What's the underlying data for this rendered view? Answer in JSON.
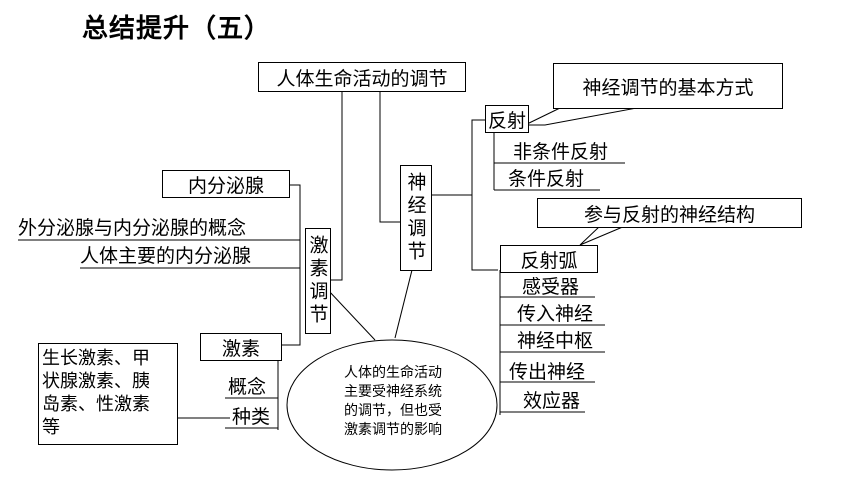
{
  "title": "总结提升（五）",
  "root": "人体生命活动的调节",
  "neural": {
    "label": "神经调节",
    "reflex": "反射",
    "reflex_basic_mode": "神经调节的基本方式",
    "unconditioned_reflex": "非条件反射",
    "conditioned_reflex": "条件反射",
    "reflex_structure": "参与反射的神经结构",
    "reflex_arc": "反射弧",
    "arc_parts": [
      "感受器",
      "传入神经",
      "神经中枢",
      "传出神经",
      "效应器"
    ]
  },
  "hormonal": {
    "label": "激素调节",
    "endocrine_gland": "内分泌腺",
    "gland_concept": "外分泌腺与内分泌腺的概念",
    "main_glands": "人体主要的内分泌腺",
    "hormone": "激素",
    "concept": "概念",
    "types": "种类",
    "types_examples": "生长激素、甲\n状腺激素、胰\n岛素、性激素\n等"
  },
  "summary": "人体的生命活动\n主要受神经系统\n的调节，但也受\n激素调节的影响"
}
